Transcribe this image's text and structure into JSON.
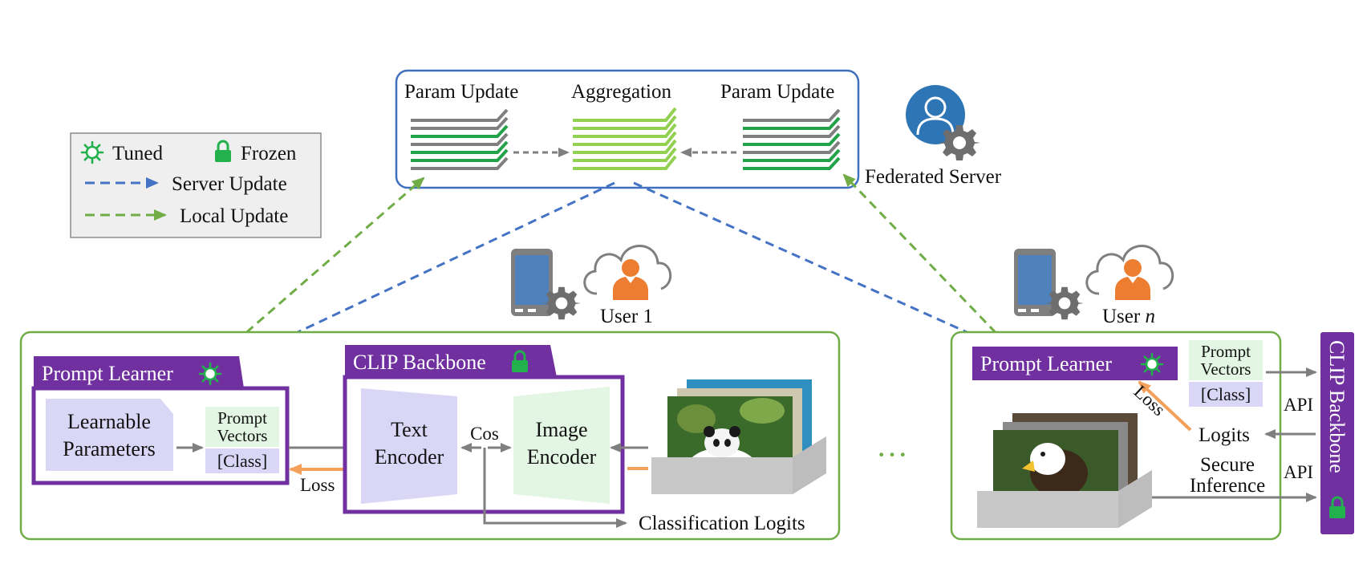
{
  "legend": {
    "tuned": "Tuned",
    "frozen": "Frozen",
    "server_update": "Server Update",
    "local_update": "Local Update"
  },
  "server": {
    "param_update_left": "Param Update",
    "aggregation": "Aggregation",
    "param_update_right": "Param Update",
    "label": "Federated Server"
  },
  "user1": {
    "label": "User 1",
    "prompt_learner": "Prompt Learner",
    "learnable_parameters_line1": "Learnable",
    "learnable_parameters_line2": "Parameters",
    "prompt_vectors_line1": "Prompt",
    "prompt_vectors_line2": "Vectors",
    "class_token": "[Class]",
    "clip_backbone": "CLIP Backbone",
    "text_encoder_line1": "Text",
    "text_encoder_line2": "Encoder",
    "image_encoder_line1": "Image",
    "image_encoder_line2": "Encoder",
    "cos": "Cos",
    "loss": "Loss",
    "classification_logits": "Classification Logits"
  },
  "ellipsis": "···",
  "usern": {
    "label_prefix": "User",
    "label_var": "n",
    "prompt_learner": "Prompt Learner",
    "prompt_vectors_line1": "Prompt",
    "prompt_vectors_line2": "Vectors",
    "class_token": "[Class]",
    "loss": "Loss",
    "logits": "Logits",
    "api_top": "API",
    "api_bottom": "API",
    "secure_line1": "Secure",
    "secure_line2": "Inference",
    "clip_backbone": "CLIP Backbone"
  },
  "colors": {
    "server_box": "#3f6fbf",
    "server_arrow": "#4472c4",
    "local_arrow": "#70ad47",
    "user_box": "#70ad47",
    "purple": "#7030a0",
    "green_fill": "#e2f6e3",
    "lavender_fill": "#d9d6f6",
    "orange": "#f4a05a",
    "icon_blue": "#2e75b6",
    "icon_orange": "#ed7d31",
    "gray": "#7f7f7f"
  }
}
